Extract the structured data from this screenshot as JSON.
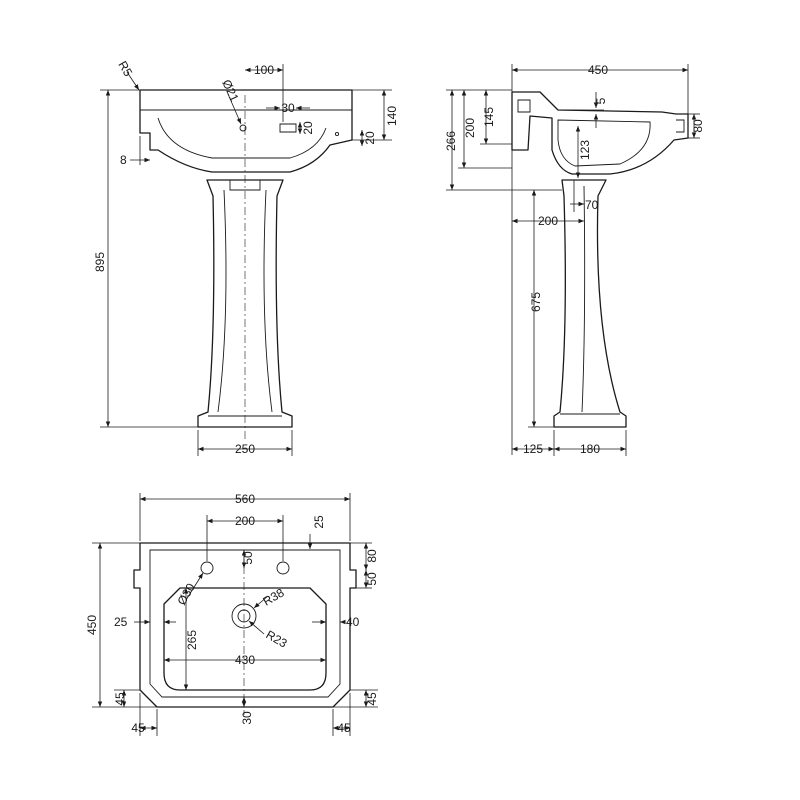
{
  "front_view": {
    "overall_height": "895",
    "pedestal_base_width": "250",
    "fixing_offset": "8",
    "corner_radius": "R5",
    "tap_hole_dia": "Ø21",
    "tap_hole_offset": "100",
    "overflow_width": "30",
    "overflow_height": "20",
    "rim_lip": "20",
    "rim_height": "140"
  },
  "side_view": {
    "overall_depth": "450",
    "back_height": "266",
    "bracket_height": "200",
    "upper_height": "145",
    "top_offset": "5",
    "front_lip": "80",
    "bowl_depth": "123",
    "waste_width": "70",
    "waste_offset": "200",
    "pedestal_height": "675",
    "wall_gap": "125",
    "pedestal_depth": "180"
  },
  "plan_view": {
    "overall_width": "560",
    "tap_centres": "200",
    "tap_inset": "25",
    "tap_from_rim": "50",
    "rim_depth": "80",
    "deck_depth": "50",
    "tap_hole_dia": "Ø30",
    "waste_outer_radius": "R38",
    "waste_inner_radius": "R23",
    "side_rim_left": "25",
    "side_rim_right": "40",
    "bowl_depth": "265",
    "bowl_width": "430",
    "overall_depth": "450",
    "chamfer_left_v": "45",
    "chamfer_right_v": "45",
    "front_rim": "30",
    "chamfer_left_h": "45",
    "chamfer_right_h": "45"
  }
}
